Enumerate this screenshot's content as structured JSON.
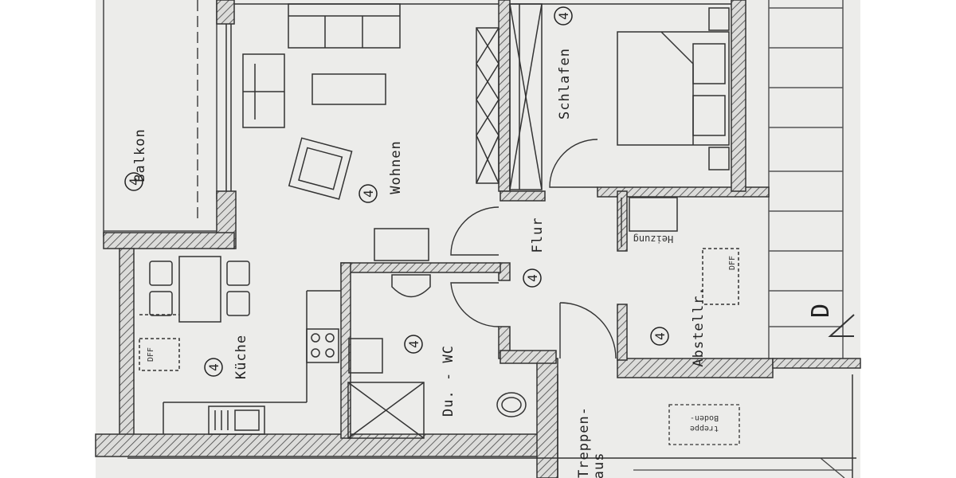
{
  "plan": {
    "rooms": {
      "balkon": "Balkon",
      "wohnen": "Wohnen",
      "schlafen": "Schlafen",
      "flur": "Flur",
      "kueche": "Küche",
      "wc": "Du. - WC",
      "heizung": "Heizung",
      "abstellraum": "Abstellr.",
      "treppenhaus_top": "Treppen-",
      "treppenhaus_bottom": "haus",
      "bodentreppe_top": "Boden-",
      "bodentreppe_bottom": "treppe"
    },
    "marker": "4",
    "dff": "DFF",
    "north_letter": "D"
  },
  "colors": {
    "paper": "#eeeeec",
    "wall": "#333333",
    "line": "#3a3a3a"
  }
}
